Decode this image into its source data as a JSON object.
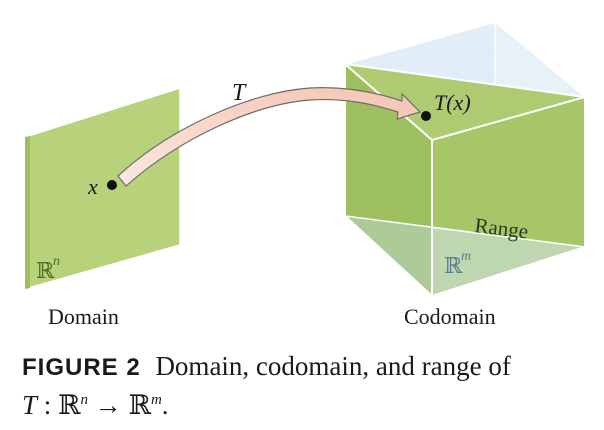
{
  "diagram": {
    "arrow_label": "T",
    "point_label": "x",
    "image_label": "T(x)",
    "domain_space": "ℝ",
    "domain_exp": "n",
    "codomain_space": "ℝ",
    "codomain_exp": "m",
    "range_label": "Range",
    "domain_caption": "Domain",
    "codomain_caption": "Codomain",
    "colors": {
      "plane_fill": "#b7d27a",
      "plane_dark": "#8fb352",
      "box_fill": "#d5e6f2",
      "box_edge": "#a9c9e0",
      "arrow_fill": "#f6d2c4"
    }
  },
  "caption": {
    "label": "FIGURE 2",
    "text": "Domain, codomain, and range of",
    "math_T": "T",
    "math_rest": " : ℝ",
    "exp_n": "n",
    "arrow": " → ℝ",
    "exp_m": "m",
    "period": "."
  }
}
